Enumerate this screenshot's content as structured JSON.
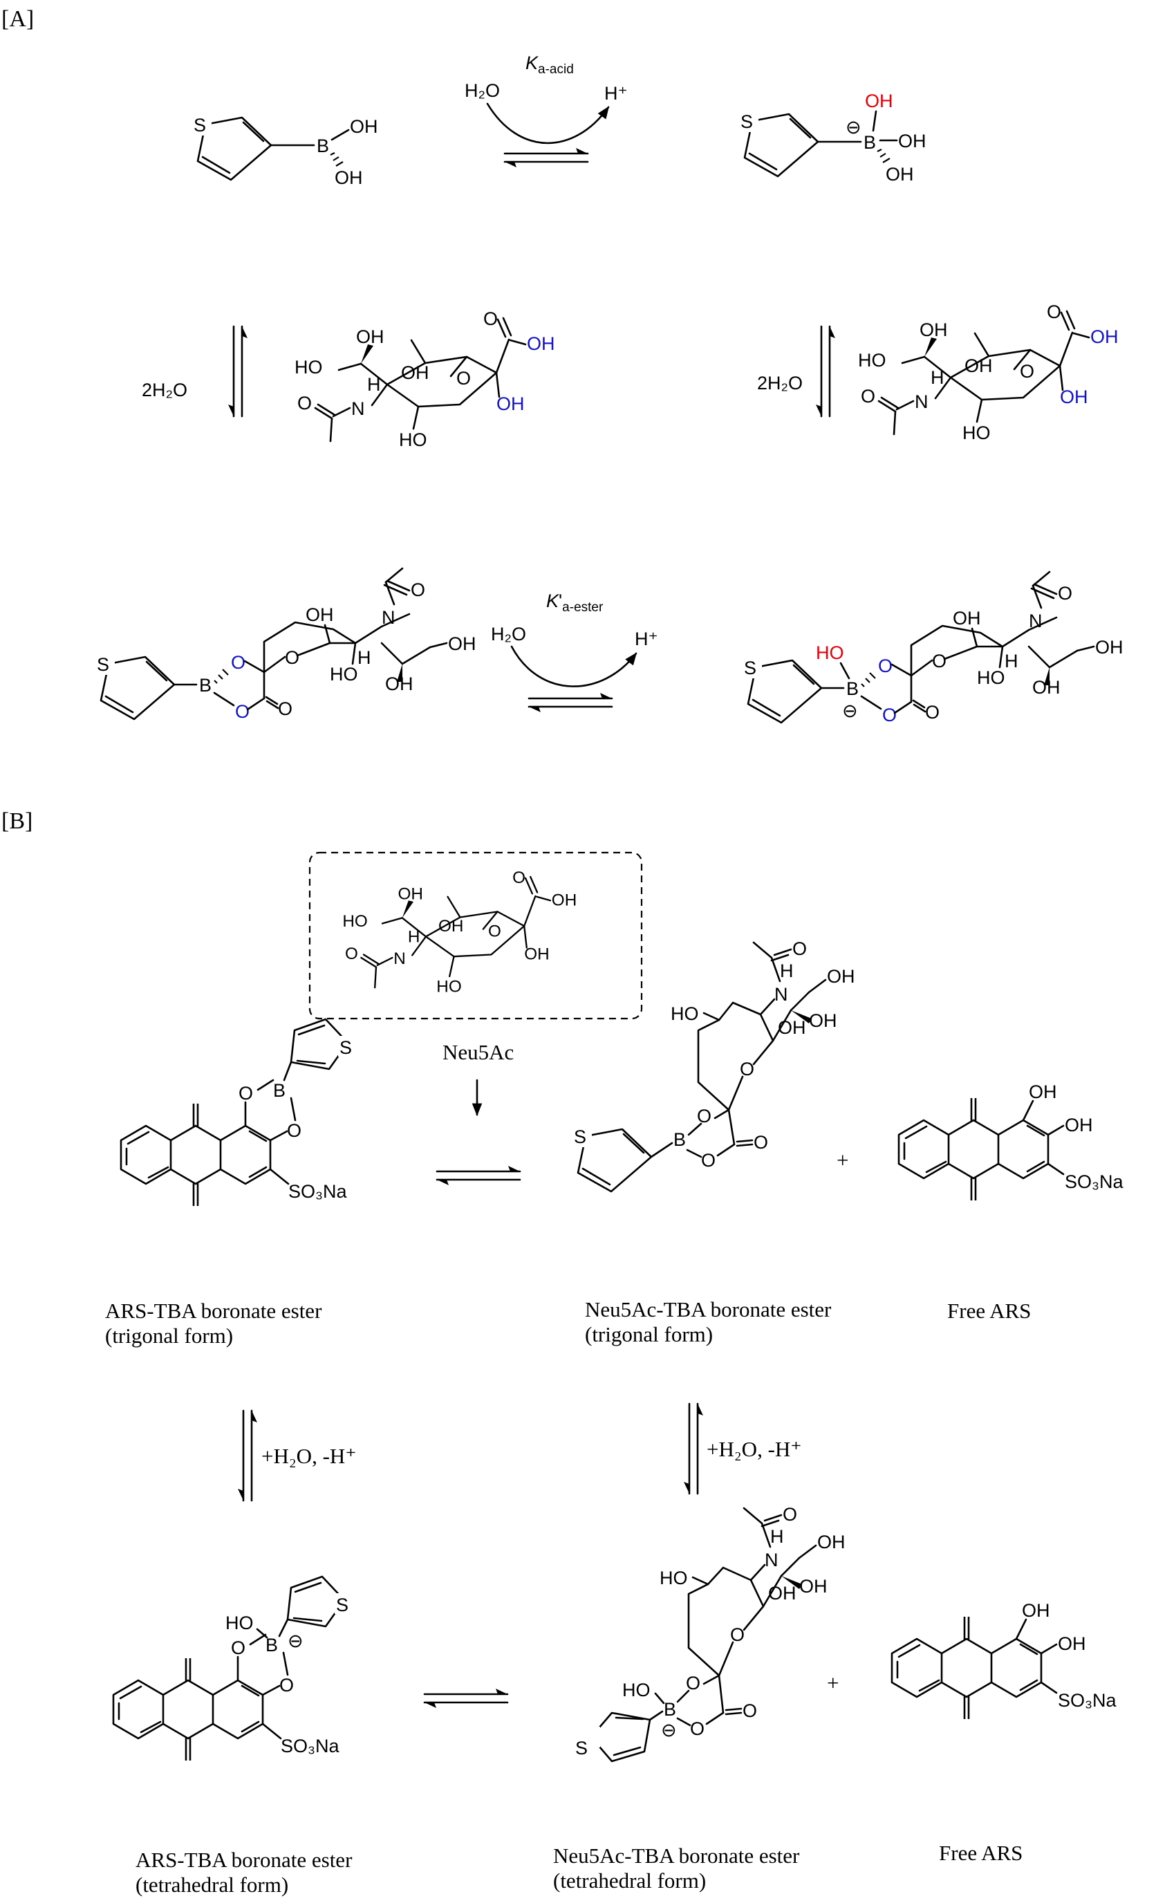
{
  "panels": {
    "a": "[A]",
    "b": "[B]"
  },
  "atoms": {
    "S": "S",
    "B": "B",
    "OH": "OH",
    "HO": "HO",
    "O": "O",
    "N": "N",
    "H": "H",
    "SO3Na": "SO₃Na",
    "water": "H₂O",
    "two_water": "2H₂O",
    "proton": "H⁺",
    "charge_minus": "⊖"
  },
  "constants": {
    "ka_acid": "Ka-acid",
    "ka_ester": "K'a-ester"
  },
  "reagents": {
    "neu5ac": "Neu5Ac",
    "water_minus_proton": "+H₂O, -H⁺",
    "plus": "+"
  },
  "captions": {
    "ars_trigonal_1": "ARS-TBA boronate ester",
    "ars_trigonal_2": "(trigonal form)",
    "neu_trigonal_1": "Neu5Ac-TBA boronate ester",
    "neu_trigonal_2": "(trigonal form)",
    "free_ars_1": "Free ARS",
    "ars_tetra_1": "ARS-TBA boronate ester",
    "ars_tetra_2": "(tetrahedral form)",
    "neu_tetra_1": "Neu5Ac-TBA boronate ester",
    "neu_tetra_2": "(tetrahedral form)",
    "free_ars_2": "Free ARS"
  },
  "colors": {
    "highlight_hydroxide": "#e8000b",
    "highlight_diol": "#1212c8"
  }
}
